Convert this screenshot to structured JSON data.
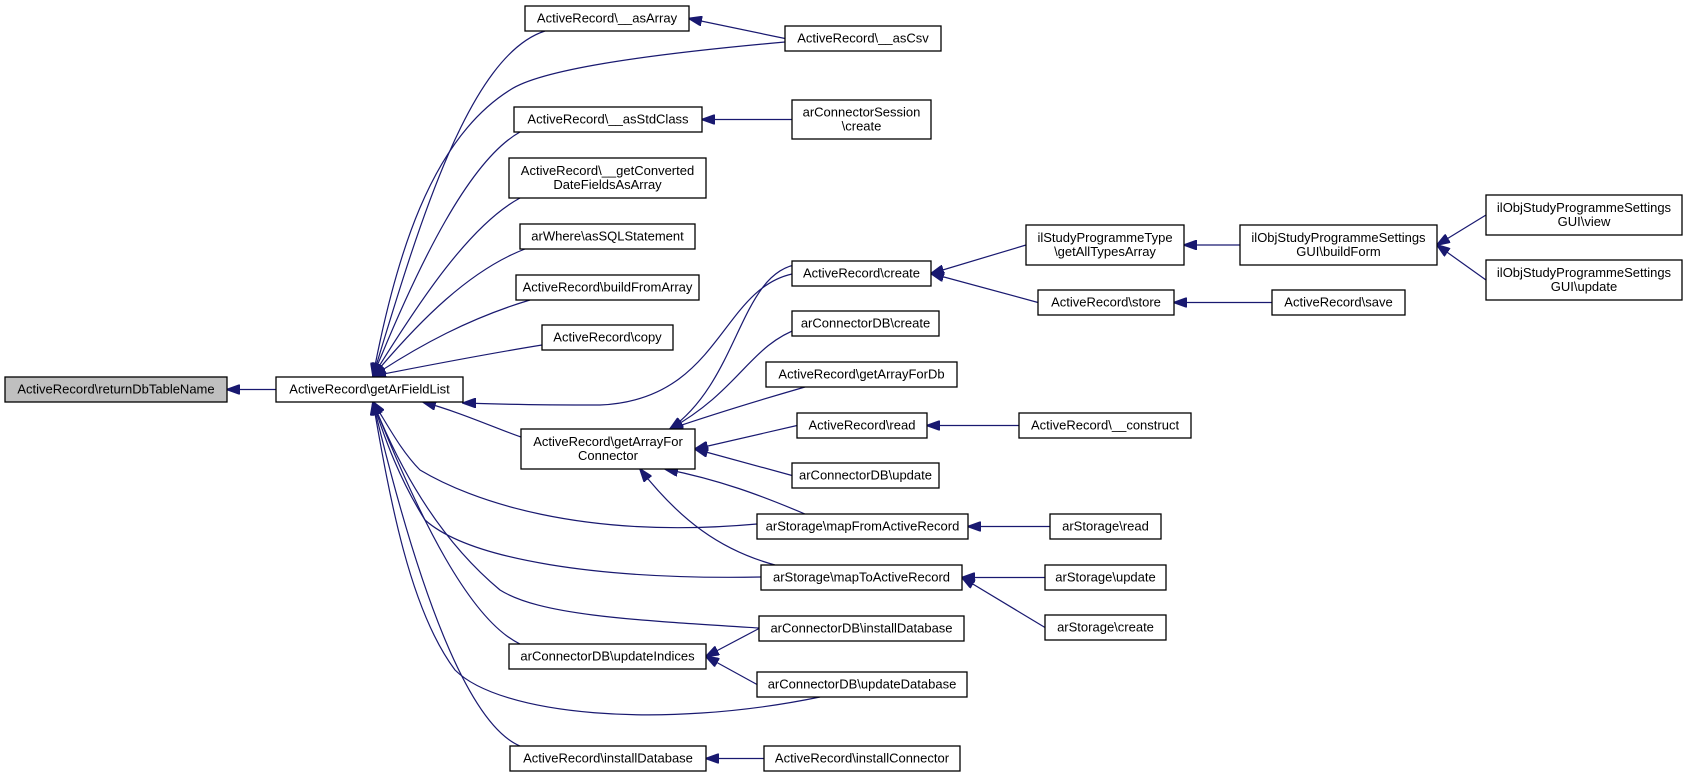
{
  "graph": {
    "root": "n_root",
    "colors": {
      "edge": "#191970",
      "root_fill": "#bfbfbf",
      "node_fill": "#ffffff",
      "node_border": "#000000"
    },
    "nodes": [
      {
        "id": "n_root",
        "lines": [
          "ActiveRecord\\returnDbTableName"
        ]
      },
      {
        "id": "n_getArFieldList",
        "lines": [
          "ActiveRecord\\getArFieldList"
        ]
      },
      {
        "id": "n_asArray",
        "lines": [
          "ActiveRecord\\__asArray"
        ]
      },
      {
        "id": "n_asCsv",
        "lines": [
          "ActiveRecord\\__asCsv"
        ]
      },
      {
        "id": "n_asStdClass",
        "lines": [
          "ActiveRecord\\__asStdClass"
        ]
      },
      {
        "id": "n_connSessionCreate",
        "lines": [
          "arConnectorSession",
          "\\create"
        ]
      },
      {
        "id": "n_getConverted",
        "lines": [
          "ActiveRecord\\__getConverted",
          "DateFieldsAsArray"
        ]
      },
      {
        "id": "n_asSQL",
        "lines": [
          "arWhere\\asSQLStatement"
        ]
      },
      {
        "id": "n_buildFromArray",
        "lines": [
          "ActiveRecord\\buildFromArray"
        ]
      },
      {
        "id": "n_copy",
        "lines": [
          "ActiveRecord\\copy"
        ]
      },
      {
        "id": "n_getArrayForConnector",
        "lines": [
          "ActiveRecord\\getArrayFor",
          "Connector"
        ]
      },
      {
        "id": "n_arCreate",
        "lines": [
          "ActiveRecord\\create"
        ]
      },
      {
        "id": "n_connDBCreate",
        "lines": [
          "arConnectorDB\\create"
        ]
      },
      {
        "id": "n_getArrayForDb",
        "lines": [
          "ActiveRecord\\getArrayForDb"
        ]
      },
      {
        "id": "n_arRead",
        "lines": [
          "ActiveRecord\\read"
        ]
      },
      {
        "id": "n_connDBUpdate",
        "lines": [
          "arConnectorDB\\update"
        ]
      },
      {
        "id": "n_mapFrom",
        "lines": [
          "arStorage\\mapFromActiveRecord"
        ]
      },
      {
        "id": "n_mapTo",
        "lines": [
          "arStorage\\mapToActiveRecord"
        ]
      },
      {
        "id": "n_connInstallDb",
        "lines": [
          "arConnectorDB\\installDatabase"
        ]
      },
      {
        "id": "n_updateIndices",
        "lines": [
          "arConnectorDB\\updateIndices"
        ]
      },
      {
        "id": "n_updateDatabase",
        "lines": [
          "arConnectorDB\\updateDatabase"
        ]
      },
      {
        "id": "n_arInstallDb",
        "lines": [
          "ActiveRecord\\installDatabase"
        ]
      },
      {
        "id": "n_installConnector",
        "lines": [
          "ActiveRecord\\installConnector"
        ]
      },
      {
        "id": "n_getAllTypes",
        "lines": [
          "ilStudyProgrammeType",
          "\\getAllTypesArray"
        ]
      },
      {
        "id": "n_arStore",
        "lines": [
          "ActiveRecord\\store"
        ]
      },
      {
        "id": "n_buildForm",
        "lines": [
          "ilObjStudyProgrammeSettings",
          "GUI\\buildForm"
        ]
      },
      {
        "id": "n_view",
        "lines": [
          "ilObjStudyProgrammeSettings",
          "GUI\\view"
        ]
      },
      {
        "id": "n_guiUpdate",
        "lines": [
          "ilObjStudyProgrammeSettings",
          "GUI\\update"
        ]
      },
      {
        "id": "n_arSave",
        "lines": [
          "ActiveRecord\\save"
        ]
      },
      {
        "id": "n_construct",
        "lines": [
          "ActiveRecord\\__construct"
        ]
      },
      {
        "id": "n_storageRead",
        "lines": [
          "arStorage\\read"
        ]
      },
      {
        "id": "n_storageUpdate",
        "lines": [
          "arStorage\\update"
        ]
      },
      {
        "id": "n_storageCreate",
        "lines": [
          "arStorage\\create"
        ]
      }
    ],
    "edges": [
      {
        "from": "n_getArFieldList",
        "to": "n_root"
      },
      {
        "from": "n_asArray",
        "to": "n_getArFieldList"
      },
      {
        "from": "n_asCsv",
        "to": "n_getArFieldList"
      },
      {
        "from": "n_asStdClass",
        "to": "n_getArFieldList"
      },
      {
        "from": "n_getConverted",
        "to": "n_getArFieldList"
      },
      {
        "from": "n_asSQL",
        "to": "n_getArFieldList"
      },
      {
        "from": "n_buildFromArray",
        "to": "n_getArFieldList"
      },
      {
        "from": "n_copy",
        "to": "n_getArFieldList"
      },
      {
        "from": "n_arCreate",
        "to": "n_getArFieldList"
      },
      {
        "from": "n_getArrayForConnector",
        "to": "n_getArFieldList"
      },
      {
        "from": "n_mapFrom",
        "to": "n_getArFieldList"
      },
      {
        "from": "n_mapTo",
        "to": "n_getArFieldList"
      },
      {
        "from": "n_connInstallDb",
        "to": "n_getArFieldList"
      },
      {
        "from": "n_updateIndices",
        "to": "n_getArFieldList"
      },
      {
        "from": "n_updateDatabase",
        "to": "n_getArFieldList"
      },
      {
        "from": "n_arInstallDb",
        "to": "n_getArFieldList"
      },
      {
        "from": "n_asCsv",
        "to": "n_asArray"
      },
      {
        "from": "n_connSessionCreate",
        "to": "n_asStdClass"
      },
      {
        "from": "n_arCreate",
        "to": "n_getArrayForConnector"
      },
      {
        "from": "n_connDBCreate",
        "to": "n_getArrayForConnector"
      },
      {
        "from": "n_getArrayForDb",
        "to": "n_getArrayForConnector"
      },
      {
        "from": "n_arRead",
        "to": "n_getArrayForConnector"
      },
      {
        "from": "n_connDBUpdate",
        "to": "n_getArrayForConnector"
      },
      {
        "from": "n_mapFrom",
        "to": "n_getArrayForConnector"
      },
      {
        "from": "n_mapTo",
        "to": "n_getArrayForConnector"
      },
      {
        "from": "n_getAllTypes",
        "to": "n_arCreate"
      },
      {
        "from": "n_arStore",
        "to": "n_arCreate"
      },
      {
        "from": "n_buildForm",
        "to": "n_getAllTypes"
      },
      {
        "from": "n_view",
        "to": "n_buildForm"
      },
      {
        "from": "n_guiUpdate",
        "to": "n_buildForm"
      },
      {
        "from": "n_arSave",
        "to": "n_arStore"
      },
      {
        "from": "n_construct",
        "to": "n_arRead"
      },
      {
        "from": "n_storageRead",
        "to": "n_mapFrom"
      },
      {
        "from": "n_storageUpdate",
        "to": "n_mapTo"
      },
      {
        "from": "n_storageCreate",
        "to": "n_mapTo"
      },
      {
        "from": "n_connInstallDb",
        "to": "n_updateIndices"
      },
      {
        "from": "n_updateDatabase",
        "to": "n_updateIndices"
      },
      {
        "from": "n_installConnector",
        "to": "n_arInstallDb"
      }
    ]
  }
}
